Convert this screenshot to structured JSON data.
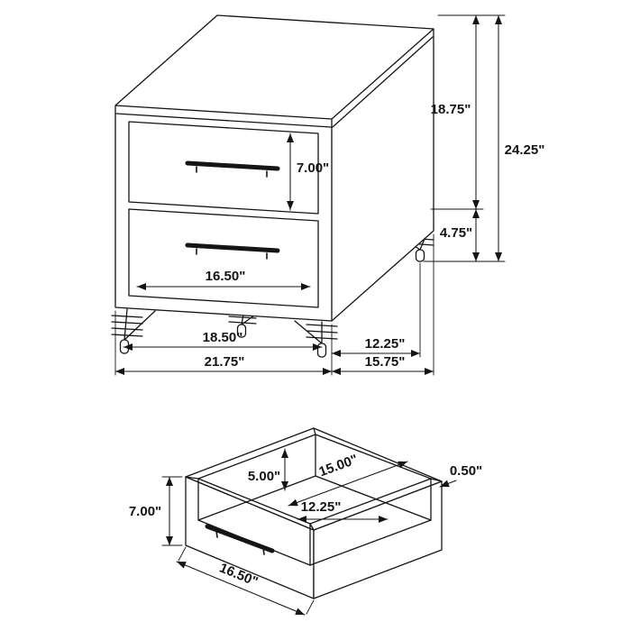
{
  "figure": {
    "kind": "furniture-dimension-diagram",
    "subject": "Two-drawer nightstand with metal legs and open drawer detail"
  },
  "colors": {
    "line": "#151515",
    "background": "#ffffff"
  },
  "nightstand": {
    "drawer_front_height": "7.00\"",
    "drawer_front_width": "16.50\"",
    "body_height": "18.75\"",
    "overall_height": "24.25\"",
    "leg_height": "4.75\"",
    "front_leg_span": "18.50\"",
    "side_leg_span": "12.25\"",
    "overall_width": "21.75\"",
    "overall_depth": "15.75\""
  },
  "drawer_detail": {
    "interior_length": "15.00\"",
    "interior_depth": "5.00\"",
    "side_thickness": "0.50\"",
    "interior_width": "12.25\"",
    "front_height": "7.00\"",
    "front_width": "16.50\""
  }
}
